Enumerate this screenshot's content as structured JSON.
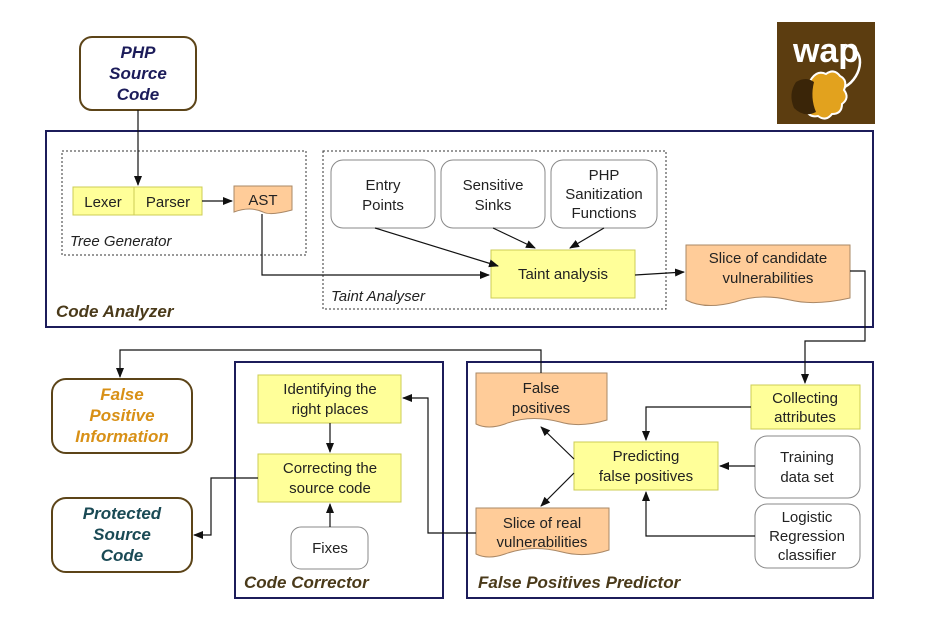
{
  "logo": {
    "text": "wap"
  },
  "colors": {
    "dark_blue": "#1c1c5a",
    "brown": "#5c4418",
    "yellow_fill": "#ffff99",
    "orange_fill": "#ffcc99",
    "title_orange": "#d89016",
    "dark_teal": "#1a4a55",
    "section_title": "#4a3a1a"
  },
  "nodes": {
    "php_source": [
      "PHP",
      "Source",
      "Code"
    ],
    "lexer": "Lexer",
    "parser": "Parser",
    "ast": "AST",
    "tree_generator": "Tree Generator",
    "entry_points": [
      "Entry",
      "Points"
    ],
    "sensitive_sinks": [
      "Sensitive",
      "Sinks"
    ],
    "php_sanitization": [
      "PHP",
      "Sanitization",
      "Functions"
    ],
    "taint_analysis": "Taint analysis",
    "taint_analyser": "Taint Analyser",
    "slice_candidate": [
      "Slice of candidate",
      "vulnerabilities"
    ],
    "code_analyzer": "Code Analyzer",
    "false_positive_info": [
      "False",
      "Positive",
      "Information"
    ],
    "protected_source": [
      "Protected",
      "Source",
      "Code"
    ],
    "identifying": [
      "Identifying the",
      "right places"
    ],
    "correcting": [
      "Correcting the",
      "source code"
    ],
    "fixes": "Fixes",
    "code_corrector": "Code Corrector",
    "false_positives": [
      "False",
      "positives"
    ],
    "collecting": [
      "Collecting",
      "attributes"
    ],
    "predicting": [
      "Predicting",
      "false positives"
    ],
    "training": [
      "Training",
      "data set"
    ],
    "slice_real": [
      "Slice of real",
      "vulnerabilities"
    ],
    "logistic": [
      "Logistic",
      "Regression",
      "classifier"
    ],
    "fpp": "False Positives Predictor"
  }
}
